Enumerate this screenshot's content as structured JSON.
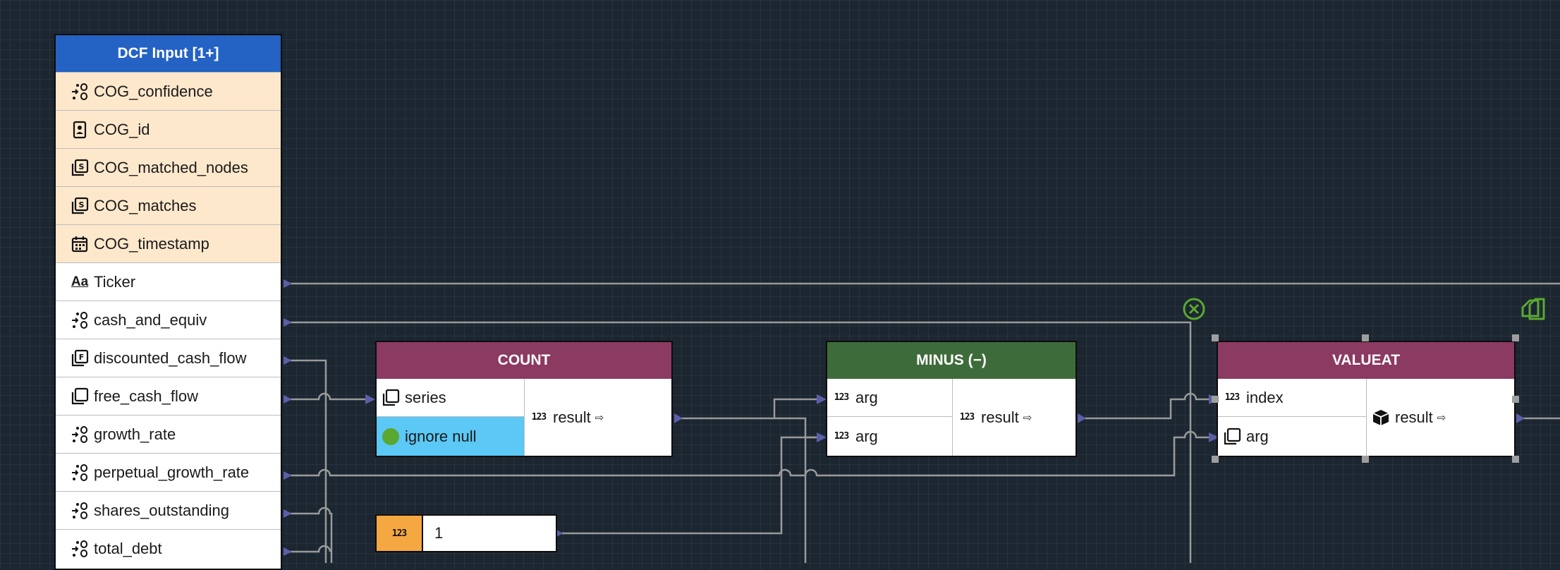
{
  "input_node": {
    "title": "DCF Input [1+]",
    "fields": [
      {
        "name": "COG_confidence",
        "icon": "number-format-icon",
        "highlight": true
      },
      {
        "name": "COG_id",
        "icon": "id-card-icon",
        "highlight": true
      },
      {
        "name": "COG_matched_nodes",
        "icon": "series-icon",
        "highlight": true
      },
      {
        "name": "COG_matches",
        "icon": "series-icon",
        "highlight": true
      },
      {
        "name": "COG_timestamp",
        "icon": "calendar-icon",
        "highlight": true
      },
      {
        "name": "Ticker",
        "icon": "text-icon",
        "highlight": false
      },
      {
        "name": "cash_and_equiv",
        "icon": "number-format-icon",
        "highlight": false
      },
      {
        "name": "discounted_cash_flow",
        "icon": "function-series-icon",
        "highlight": false
      },
      {
        "name": "free_cash_flow",
        "icon": "copy-series-icon",
        "highlight": false
      },
      {
        "name": "growth_rate",
        "icon": "number-format-icon",
        "highlight": false
      },
      {
        "name": "perpetual_growth_rate",
        "icon": "number-format-icon",
        "highlight": false
      },
      {
        "name": "shares_outstanding",
        "icon": "number-format-icon",
        "highlight": false
      },
      {
        "name": "total_debt",
        "icon": "number-format-icon",
        "highlight": false
      }
    ],
    "text_icon_label": "Aa"
  },
  "count_node": {
    "title": "COUNT",
    "inputs": [
      "series",
      "ignore null"
    ],
    "output": "result",
    "output_icon": "123",
    "arrow": "⇨",
    "header_color": "#8b3a62",
    "toggle_color": "#5bc8f5"
  },
  "minus_node": {
    "title": "MINUS (−)",
    "inputs": [
      "arg",
      "arg"
    ],
    "input_icon": "123",
    "output": "result",
    "output_icon": "123",
    "arrow": "⇨",
    "header_color": "#3e6b3a"
  },
  "valueat_node": {
    "title": "VALUEAT",
    "inputs": [
      "index",
      "arg"
    ],
    "index_icon": "123",
    "output": "result",
    "arrow": "⇨",
    "header_color": "#8b3a62"
  },
  "constant_node": {
    "icon": "123",
    "value": "1",
    "icon_color": "#f5a742"
  },
  "colors": {
    "input_header": "#2462c4",
    "wire": "#9e9e9e",
    "port": "#5b5fa8",
    "accent_green": "#5aa832"
  }
}
